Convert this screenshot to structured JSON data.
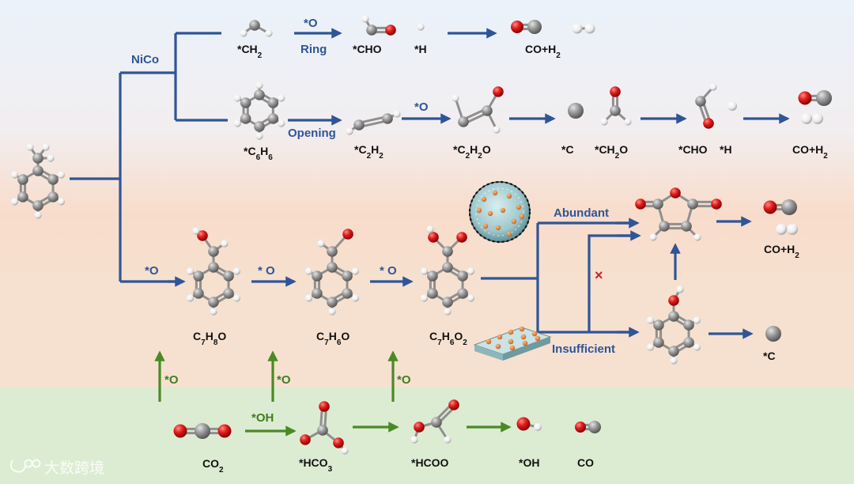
{
  "colors": {
    "arrow_blue": "#2f5597",
    "arrow_green": "#4a8a26",
    "carbon": "#8e8e8e",
    "oxygen": "#d7191c",
    "hydrogen": "#f2f2f2",
    "bg_top": "#eaf2fb",
    "bg_mid": "#f8dccb",
    "bg_bottom": "#dcecd2"
  },
  "branches": {
    "catalyst": "NiCo",
    "ring": "Ring",
    "opening": "Opening",
    "abundant": "Abundant",
    "insufficient": "Insufficient",
    "blocked_mark": "×"
  },
  "reagents": {
    "o_row1": "*O",
    "o_row2": "*O",
    "o_a": "*O",
    "o_b": "* O",
    "o_c": "* O",
    "o_up1": "*O",
    "o_up2": "*O",
    "o_up3": "*O",
    "oh": "*OH"
  },
  "species": {
    "ch2": [
      "*CH",
      "2",
      ""
    ],
    "cho_top": "*CHO",
    "h_top": "*H",
    "co_h2_top": [
      "CO+H",
      "2",
      ""
    ],
    "c6h6": [
      "*C",
      "6",
      "H",
      "6",
      ""
    ],
    "c2h2": [
      "*C",
      "2",
      "H",
      "2",
      ""
    ],
    "c2h2o": [
      "*C",
      "2",
      "H",
      "2",
      "O"
    ],
    "c": "*C",
    "ch2o": [
      "*CH",
      "2",
      "O"
    ],
    "cho_mid": "*CHO",
    "h_mid": "*H",
    "co_h2_mid": [
      "CO+H",
      "2",
      ""
    ],
    "c7h8o": [
      "C",
      "7",
      "H",
      "8",
      "O"
    ],
    "c7h6o": [
      "C",
      "7",
      "H",
      "6",
      "O"
    ],
    "c7h6o2": [
      "C",
      "7",
      "H",
      "6",
      "O",
      "2",
      ""
    ],
    "co_h2_low": [
      "CO+H",
      "2",
      ""
    ],
    "c_low": "*C",
    "co2": [
      "CO",
      "2",
      ""
    ],
    "hco3": [
      "*HCO",
      "3",
      ""
    ],
    "hcoo": "*HCOO",
    "oh_bottom": "*OH",
    "co_bottom": "CO"
  },
  "watermark": "大数跨境",
  "watermark_icon": "logo-mark-icon"
}
